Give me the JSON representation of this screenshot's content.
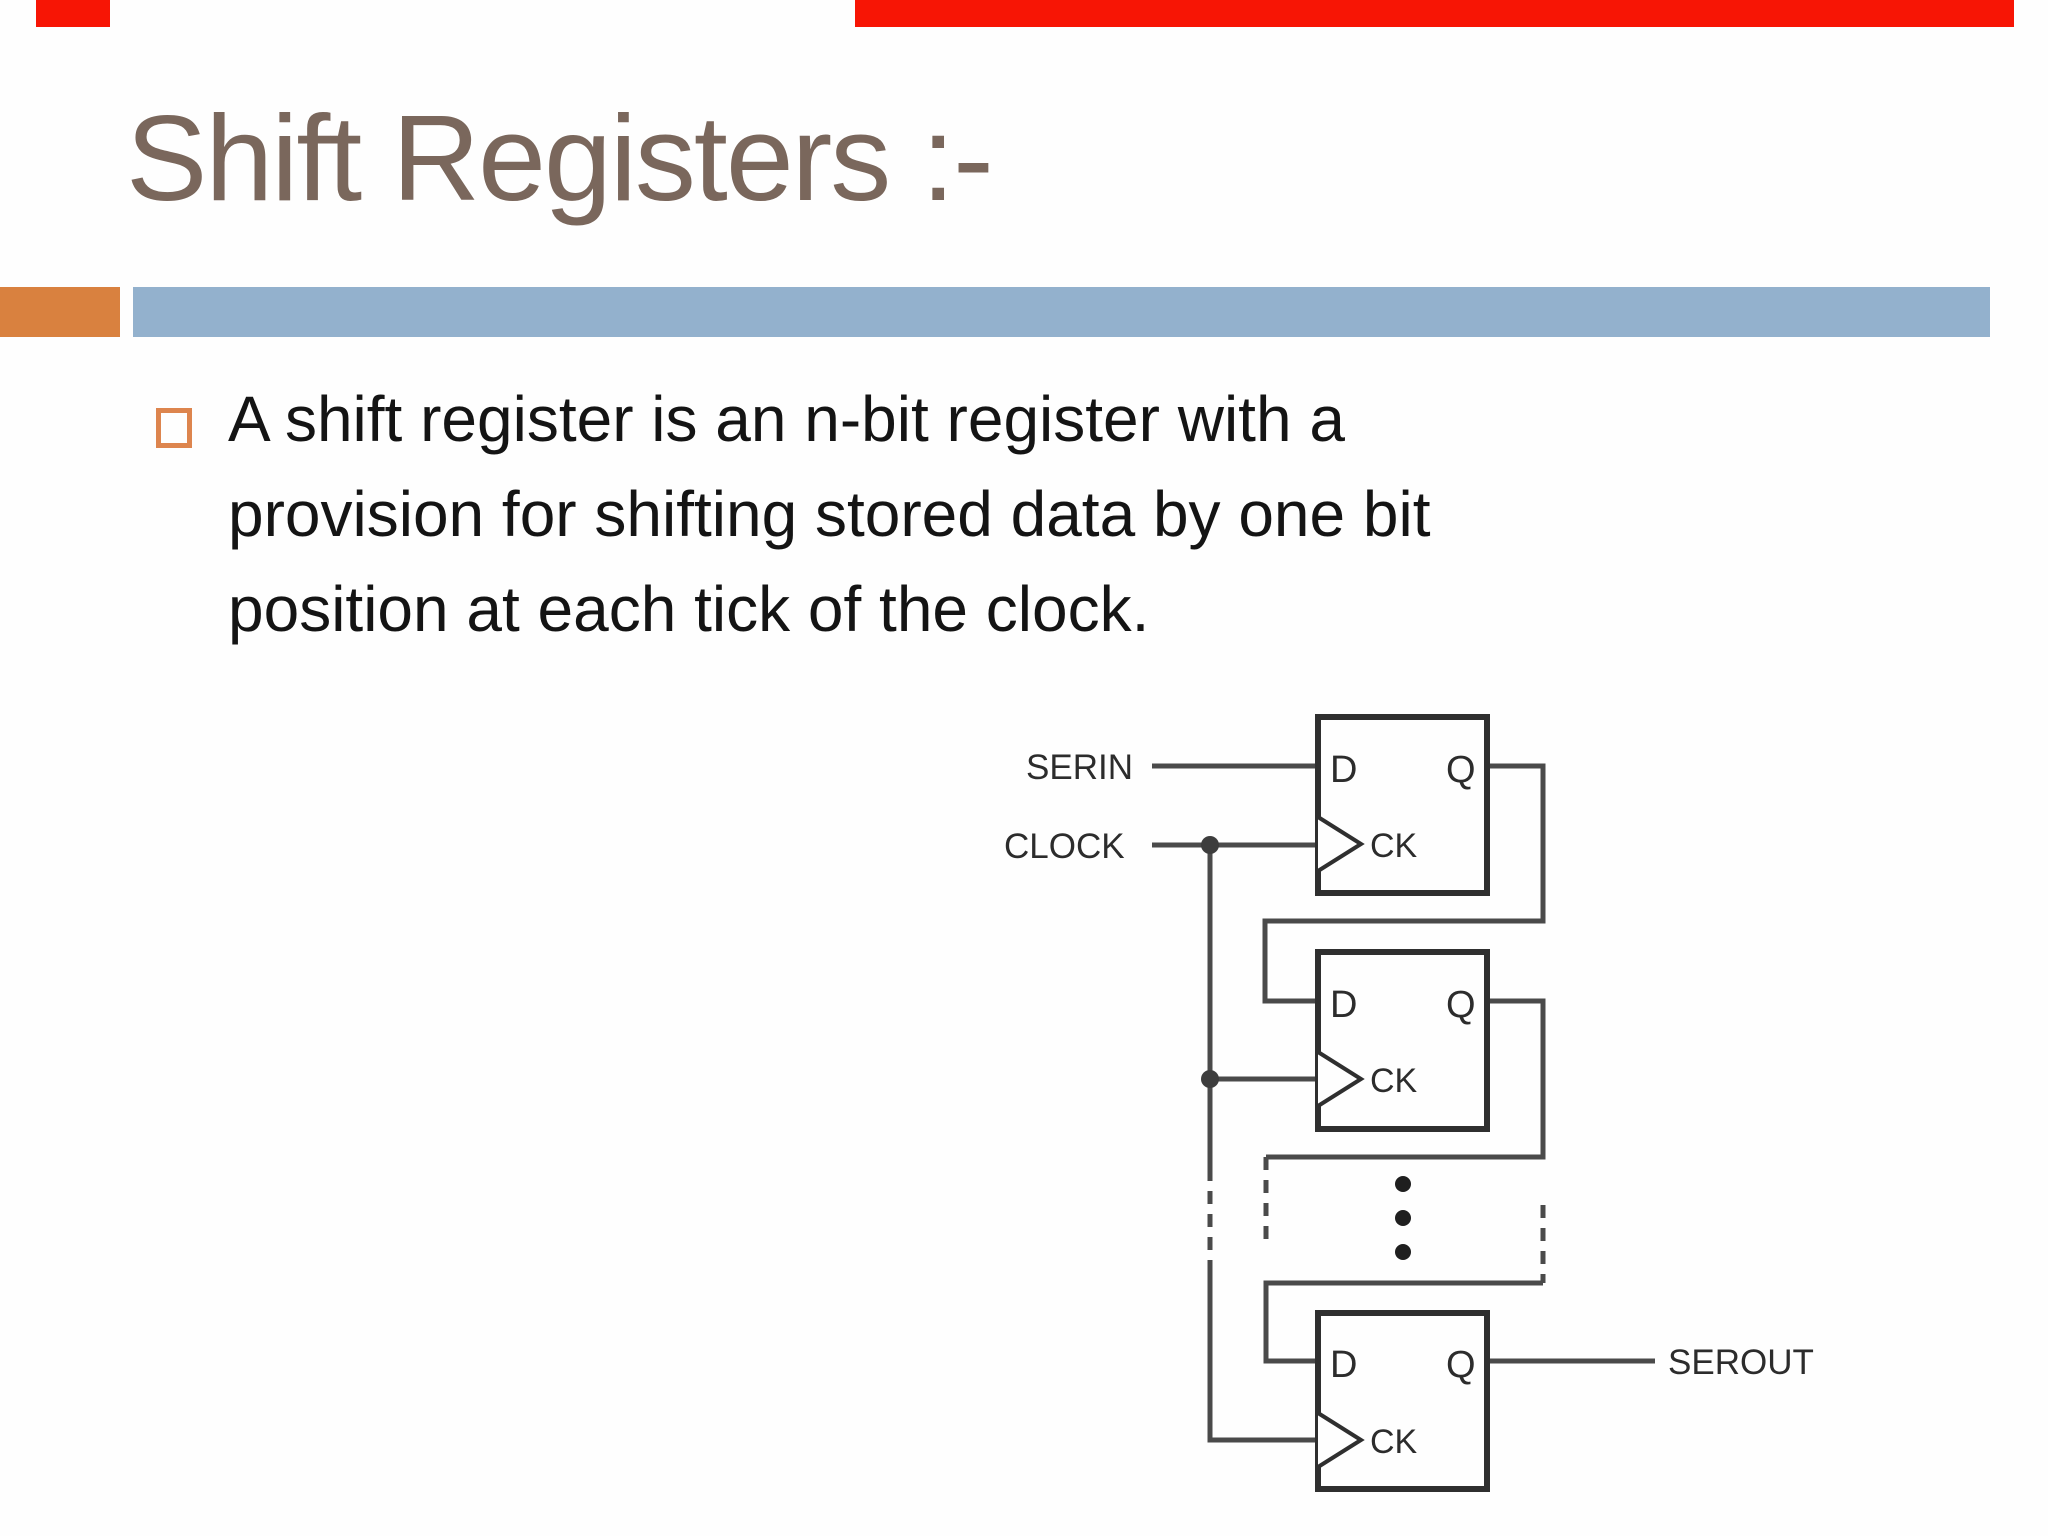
{
  "slide": {
    "title": "Shift Registers :-",
    "bullet_lines": [
      "A shift register is an n-bit register with a",
      "provision for shifting stored data by one bit",
      "position at each tick of the clock."
    ]
  },
  "diagram": {
    "serin_label": "SERIN",
    "clock_label": "CLOCK",
    "serout_label": "SEROUT",
    "flip_flops": [
      {
        "d": "D",
        "q": "Q",
        "ck": "CK"
      },
      {
        "d": "D",
        "q": "Q",
        "ck": "CK"
      },
      {
        "d": "D",
        "q": "Q",
        "ck": "CK"
      }
    ]
  },
  "colors": {
    "title_brown": "#7a675c",
    "accent_orange": "#d9813f",
    "accent_blue": "#93b1cd",
    "bullet_outline_orange": "#dd854e",
    "body_text": "#141414",
    "diagram_ink": "#2f2f2f",
    "top_red_bar": "#f71505",
    "background": "#fefefe"
  }
}
